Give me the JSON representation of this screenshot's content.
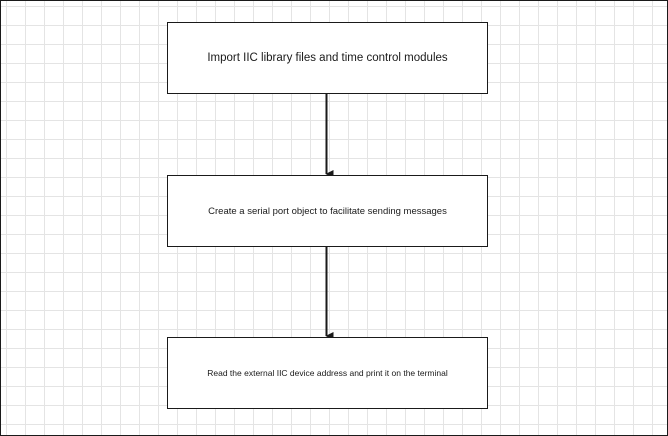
{
  "diagram": {
    "type": "flowchart",
    "nodes": [
      {
        "id": "n1",
        "label": "Import IIC library files and time control modules"
      },
      {
        "id": "n2",
        "label": "Create a serial port object to facilitate sending messages"
      },
      {
        "id": "n3",
        "label": "Read the external IIC device address and print it on the terminal"
      }
    ],
    "edges": [
      {
        "from": "n1",
        "to": "n2"
      },
      {
        "from": "n2",
        "to": "n3"
      }
    ],
    "colors": {
      "line": "#1a1a1a",
      "grid": "#e4e4e4",
      "background": "#ffffff"
    }
  }
}
